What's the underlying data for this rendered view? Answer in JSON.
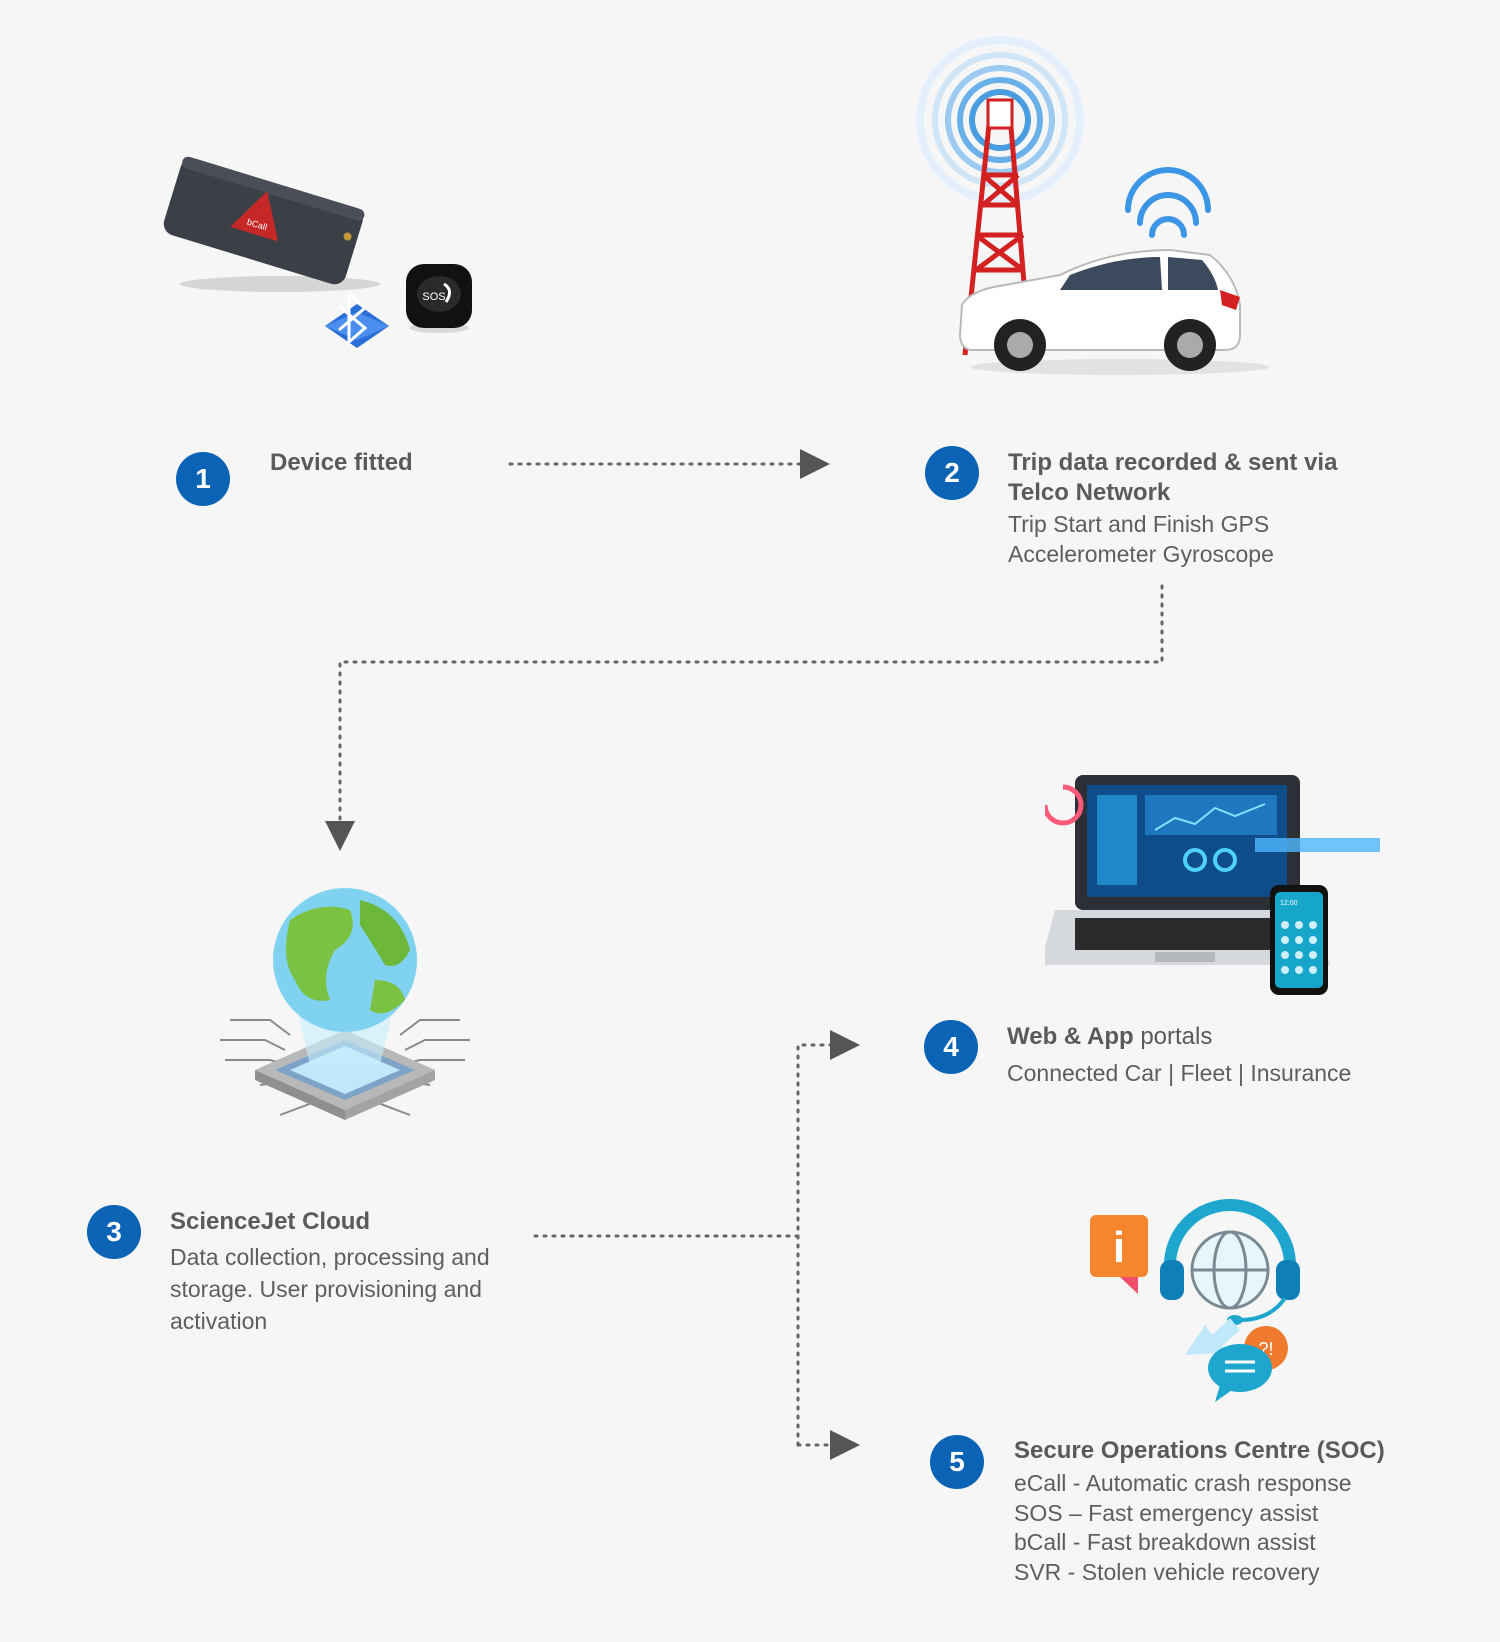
{
  "steps": [
    {
      "number": "1",
      "title": "Device fitted",
      "lines": []
    },
    {
      "number": "2",
      "title_lines": [
        "Trip data recorded & sent via",
        "Telco Network"
      ],
      "lines": [
        "Trip Start and Finish GPS",
        "Accelerometer Gyroscope"
      ]
    },
    {
      "number": "3",
      "title": "ScienceJet Cloud",
      "lines": [
        "Data collection, processing and",
        "storage. User provisioning and",
        "activation"
      ]
    },
    {
      "number": "4",
      "title_bold": "Web & App",
      "title_rest": " portals",
      "subtitle": "Connected Car | Fleet | Insurance"
    },
    {
      "number": "5",
      "title": "Secure Operations Centre (SOC)",
      "lines": [
        "eCall - Automatic crash response",
        "SOS – Fast emergency assist",
        "bCall - Fast breakdown assist",
        "SVR - Stolen vehicle recovery"
      ]
    }
  ],
  "illustrations": {
    "device_label": "bCall",
    "sos_label": "SOS",
    "phone_time": "12:00",
    "info_glyph": "i",
    "question_glyph": "?!"
  },
  "colors": {
    "step_badge": "#0a63b4",
    "connector": "#666666",
    "background": "#f6f6f6"
  }
}
